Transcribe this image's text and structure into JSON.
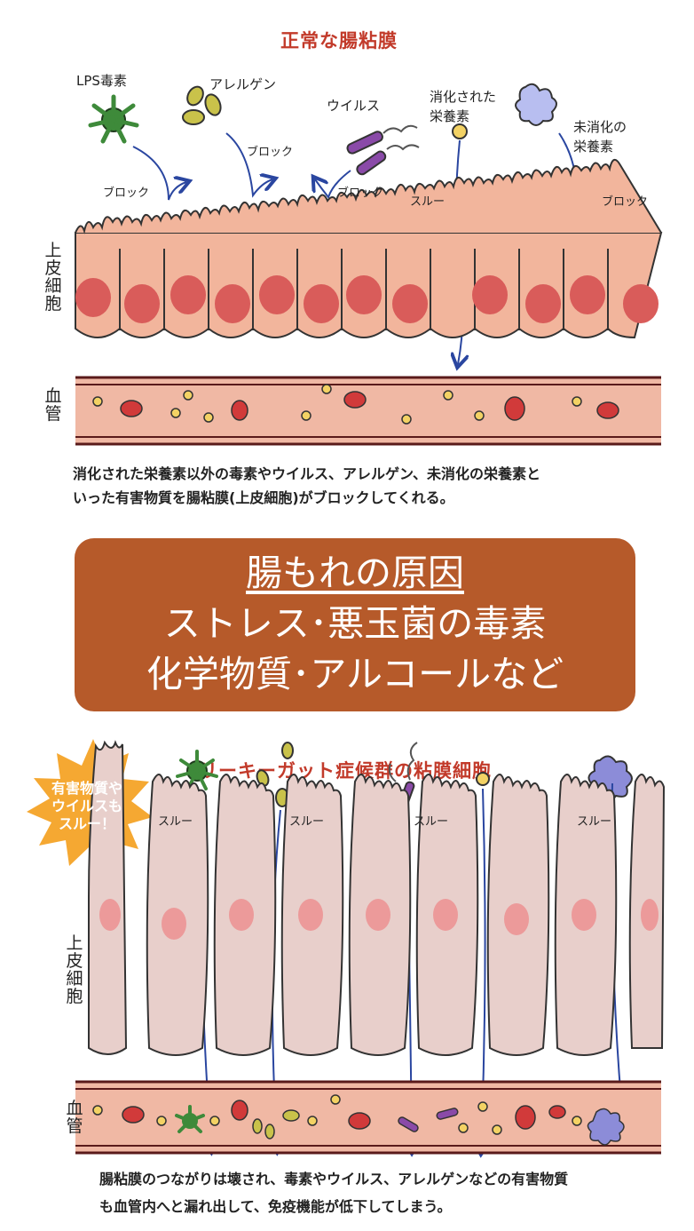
{
  "top": {
    "title": "正常な腸粘膜",
    "labels": {
      "lps": "LPS毒素",
      "allergen": "アレルゲン",
      "virus": "ウイルス",
      "digested": "消化された\n栄養素",
      "undigested": "未消化の\n栄養素",
      "block1": "ブロック",
      "block2": "ブロック",
      "block3": "ブロック",
      "block4": "ブロック",
      "through": "スルー"
    },
    "epithelium_label": "上皮細胞",
    "vessel_label": "血管",
    "caption": "消化された栄養素以外の毒素やウイルス、アレルゲン、未消化の栄養素と\nいった有害物質を腸粘膜(上皮細胞)がブロックしてくれる。"
  },
  "banner": {
    "line1": "腸もれの原因",
    "line2": "ストレス･悪玉菌の毒素",
    "line3": "化学物質･アルコールなど"
  },
  "bottom": {
    "title": "リーキーガット症候群の粘膜細胞",
    "burst": "有害物質や\nウイルスも\nスルー！",
    "through1": "スルー",
    "through2": "スルー",
    "through3": "スルー",
    "through4": "スルー",
    "epithelium_label": "上皮細胞",
    "vessel_label": "血管",
    "caption": "腸粘膜のつながりは壊され、毒素やウイルス、アレルゲンなどの有害物質\nも血管内へと漏れ出して、免疫機能が低下してしまう。"
  },
  "colors": {
    "title": "#c23a2a",
    "banner": "#b65a2a",
    "cell_top": "#f2b59c",
    "nucleus_top": "#d95c5a",
    "cell_bottom": "#e8cfcb",
    "nucleus_bottom": "#ec9a9a",
    "vessel": "#f0b8a4",
    "arrow": "#2a46a0",
    "lps": "#3e8a3a",
    "allergen": "#c9c24a",
    "virus": "#8a4aa8",
    "nutrient": "#f3d264",
    "undigested": "#8c8cd8",
    "burst": "#f5a832"
  }
}
